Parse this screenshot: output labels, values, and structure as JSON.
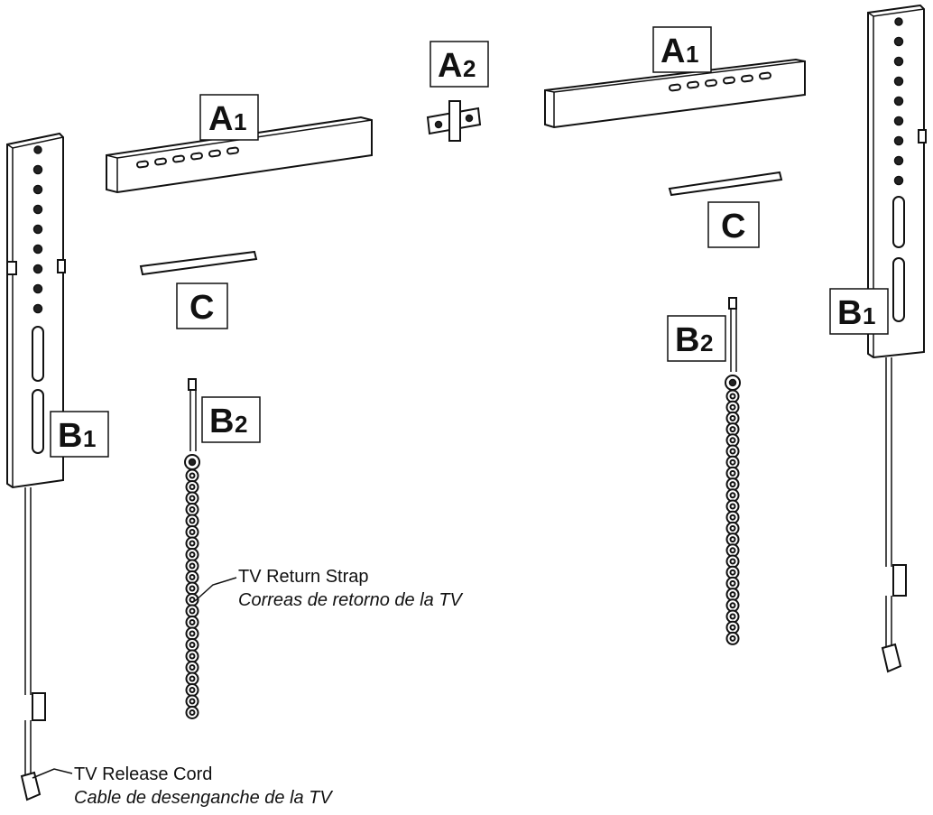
{
  "labels": {
    "a1_left": {
      "letter": "A",
      "sub": "1"
    },
    "a1_right": {
      "letter": "A",
      "sub": "1"
    },
    "a2": {
      "letter": "A",
      "sub": "2"
    },
    "b1_left": {
      "letter": "B",
      "sub": "1"
    },
    "b1_right": {
      "letter": "B",
      "sub": "1"
    },
    "b2_left": {
      "letter": "B",
      "sub": "2"
    },
    "b2_right": {
      "letter": "B",
      "sub": "2"
    },
    "c_left": {
      "letter": "C"
    },
    "c_right": {
      "letter": "C"
    }
  },
  "callouts": {
    "return_strap": {
      "en": "TV Return Strap",
      "es": "Correas de retorno de la TV"
    },
    "release_cord": {
      "en": "TV Release Cord",
      "es": "Cable de desenganche de la TV"
    }
  }
}
